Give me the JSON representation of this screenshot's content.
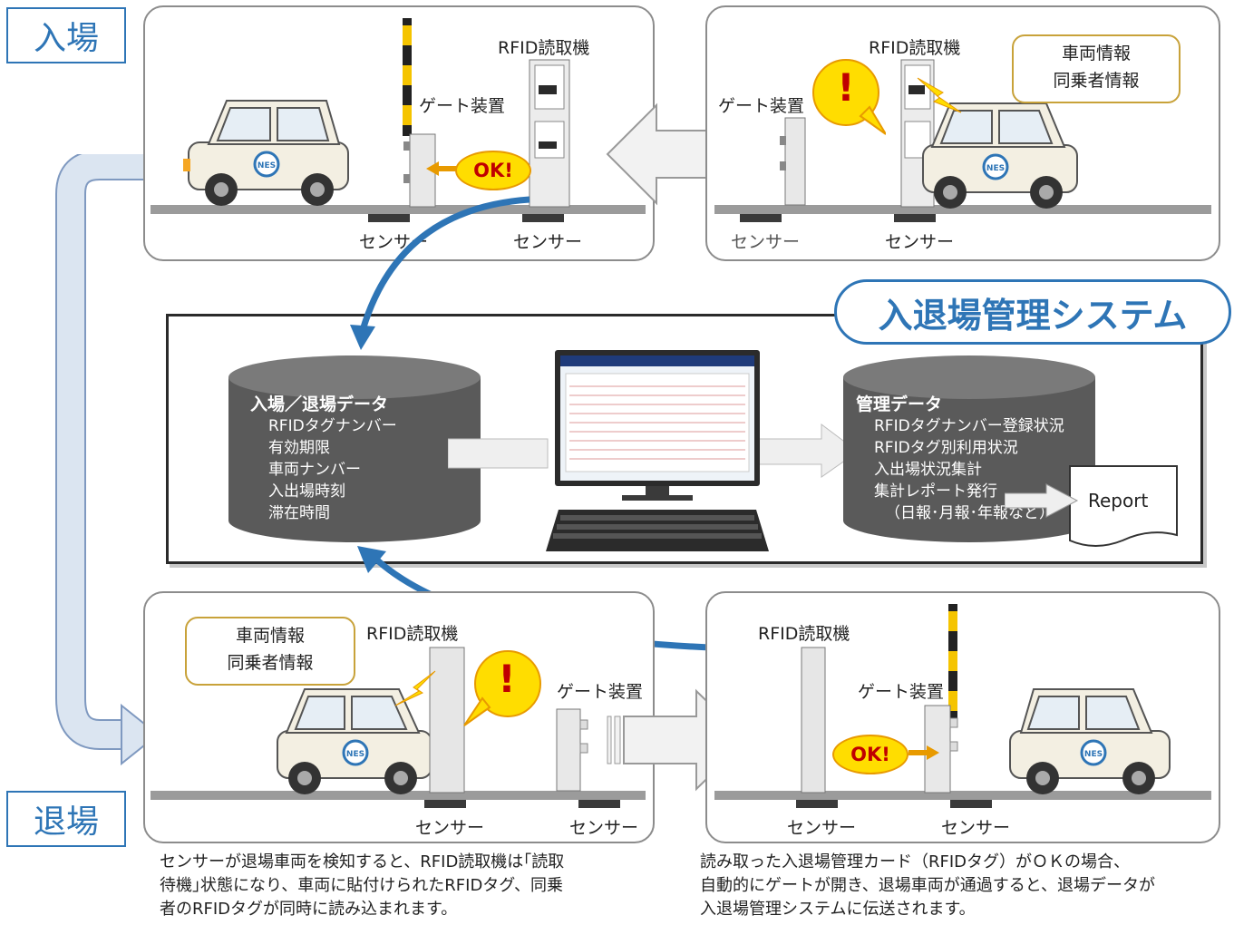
{
  "labels": {
    "entry": "入場",
    "exit": "退場",
    "rfid_reader": "RFID読取機",
    "gate_device": "ゲート装置",
    "sensor": "センサー",
    "ok": "OK!",
    "alert": "!",
    "vehicle_info_line1": "車両情報",
    "vehicle_info_line2": "同乗者情報",
    "car_logo": "NES"
  },
  "system": {
    "title": "入退場管理システム",
    "entry_exit_db": {
      "title": "入場／退場データ",
      "items": [
        "RFIDタグナンバー",
        "有効期限",
        "車両ナンバー",
        "入出場時刻",
        "滞在時間"
      ]
    },
    "management_db": {
      "title": "管理データ",
      "items": [
        "RFIDタグナンバー登録状況",
        "RFIDタグ別利用状況",
        "入出場状況集計",
        "集計レポート発行",
        "（日報･月報･年報など）"
      ]
    },
    "report": "Report"
  },
  "captions": {
    "exit_left": [
      "センサーが退場車両を検知すると、RFID読取機は｢読取",
      "待機｣状態になり、車両に貼付けられたRFIDタグ、同乗",
      "者のRFIDタグが同時に読み込まれます。"
    ],
    "exit_right": [
      "読み取った入退場管理カード（RFIDタグ）がＯＫの場合、",
      "自動的にゲートが開き、退場車両が通過すると、退場データが",
      "入退場管理システムに伝送されます。"
    ]
  },
  "colors": {
    "accent_blue": "#2e75b6",
    "ok_yellow": "#ffdd00",
    "alert_red": "#c00000",
    "db_grey": "#5a5a5a"
  }
}
